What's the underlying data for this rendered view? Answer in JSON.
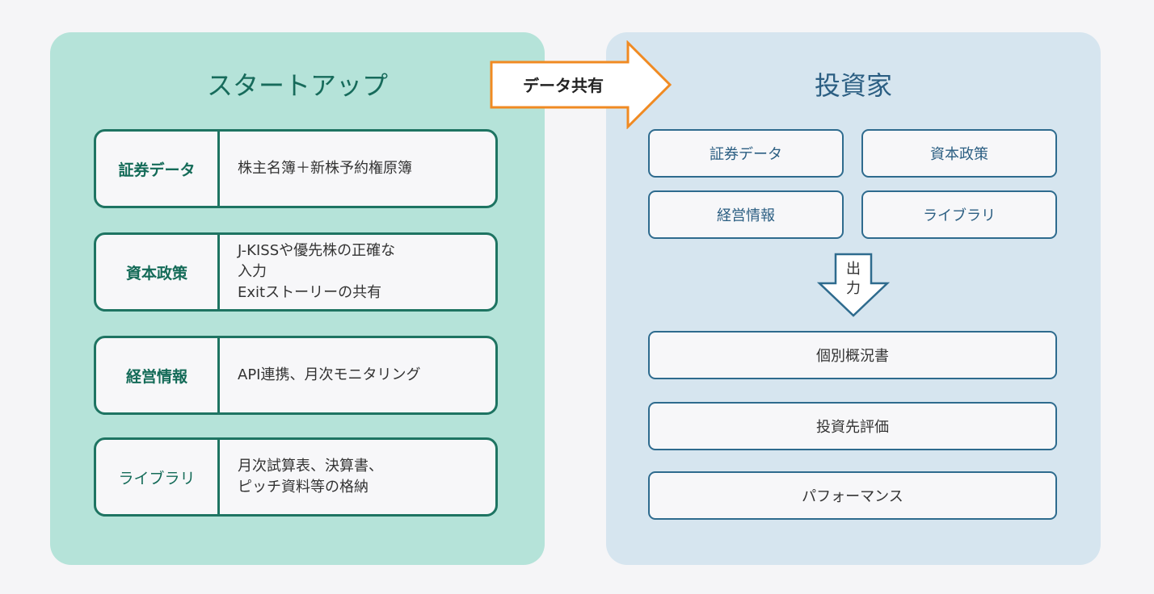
{
  "startup": {
    "title": "スタートアップ",
    "rows": [
      {
        "label": "証券データ",
        "lines": [
          "株主名簿＋新株予約権原簿"
        ]
      },
      {
        "label": "資本政策",
        "lines": [
          "J-KISSや優先株の正確な",
          "入力",
          "Exitストーリーの共有"
        ]
      },
      {
        "label": "経営情報",
        "lines": [
          "API連携、月次モニタリング"
        ]
      },
      {
        "label": "ライブラリ",
        "lines": [
          "月次試算表、決算書、",
          "ピッチ資料等の格納"
        ]
      }
    ]
  },
  "share_arrow": {
    "label": "データ共有"
  },
  "investor": {
    "title": "投資家",
    "data_items": [
      "証券データ",
      "資本政策",
      "経営情報",
      "ライブラリ"
    ],
    "output_arrow": {
      "label_line1": "出",
      "label_line2": "力"
    },
    "outputs": [
      "個別概況書",
      "投資先評価",
      "パフォーマンス"
    ]
  },
  "colors": {
    "startup_bg": "#b5e3d9",
    "startup_accent": "#1e7462",
    "investor_bg": "#d6e5ef",
    "investor_accent": "#2e6b8e",
    "arrow_border": "#f08a22"
  }
}
